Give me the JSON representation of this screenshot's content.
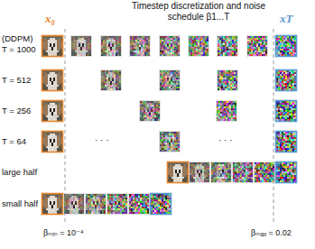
{
  "diagram": {
    "title": "Timestep discretization and noise schedule β1...T",
    "labels": [
      "x₀",
      "xT",
      "(DDPM)",
      "T = 1000",
      "T = 512",
      "T = 256",
      "T = 64",
      "large half",
      "small half",
      "· · ·",
      "· · ·",
      "βₘᵢₙ = 10⁻⁴",
      "βₘₐₓ = 0.02"
    ]
  }
}
